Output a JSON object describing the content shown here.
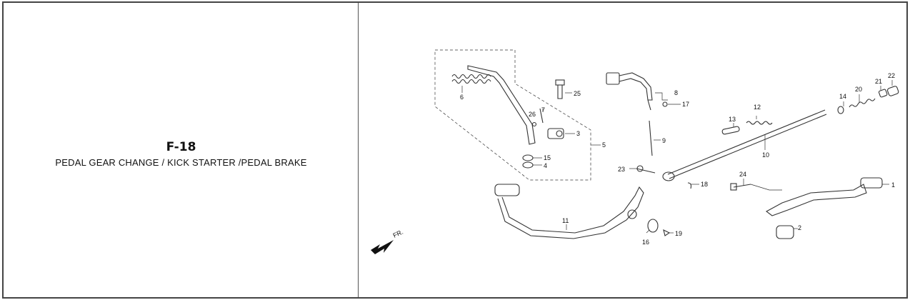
{
  "header": {
    "code": "F-18",
    "title": "PEDAL GEAR CHANGE / KICK STARTER /PEDAL BRAKE"
  },
  "diagram": {
    "direction_label": "FR.",
    "part_numbers": [
      "1",
      "2",
      "3",
      "4",
      "5",
      "6",
      "7",
      "8",
      "9",
      "10",
      "11",
      "12",
      "13",
      "14",
      "15",
      "16",
      "17",
      "18",
      "19",
      "20",
      "21",
      "22",
      "23",
      "24",
      "25",
      "26"
    ]
  }
}
